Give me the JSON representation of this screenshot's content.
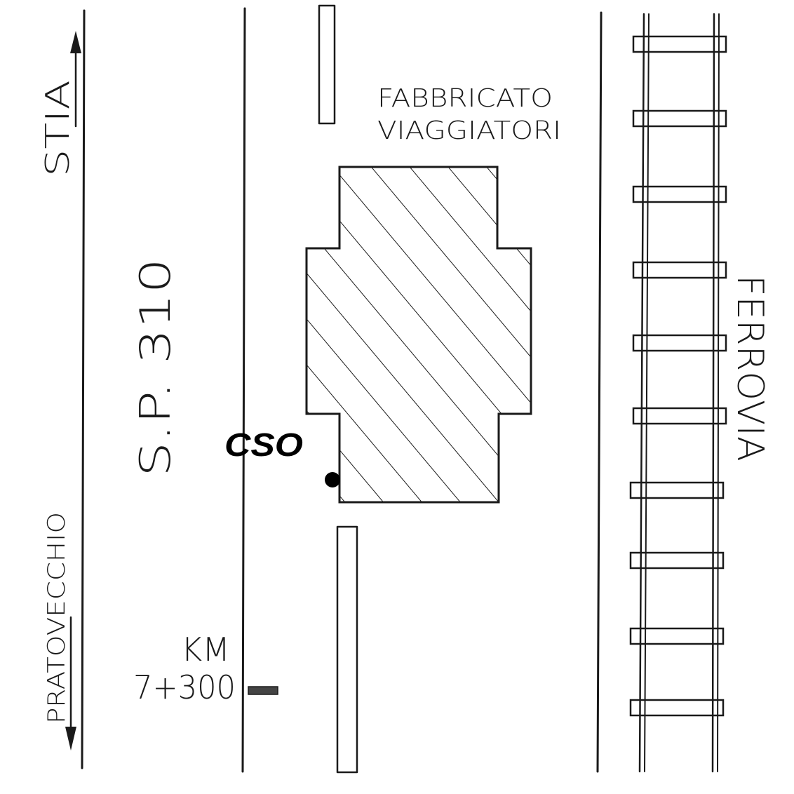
{
  "labels": {
    "building_line1": "FABBRICATO",
    "building_line2": "VIAGGIATORI",
    "direction_north": "STIA",
    "direction_south": "PRATOVECCHIO",
    "road_name": "S.P. 310",
    "railway": "FERROVIA",
    "marker": "CSO",
    "km_label": "KM",
    "km_value": "7+300"
  },
  "colors": {
    "ink": "#1a1a1a",
    "paper": "#ffffff"
  }
}
